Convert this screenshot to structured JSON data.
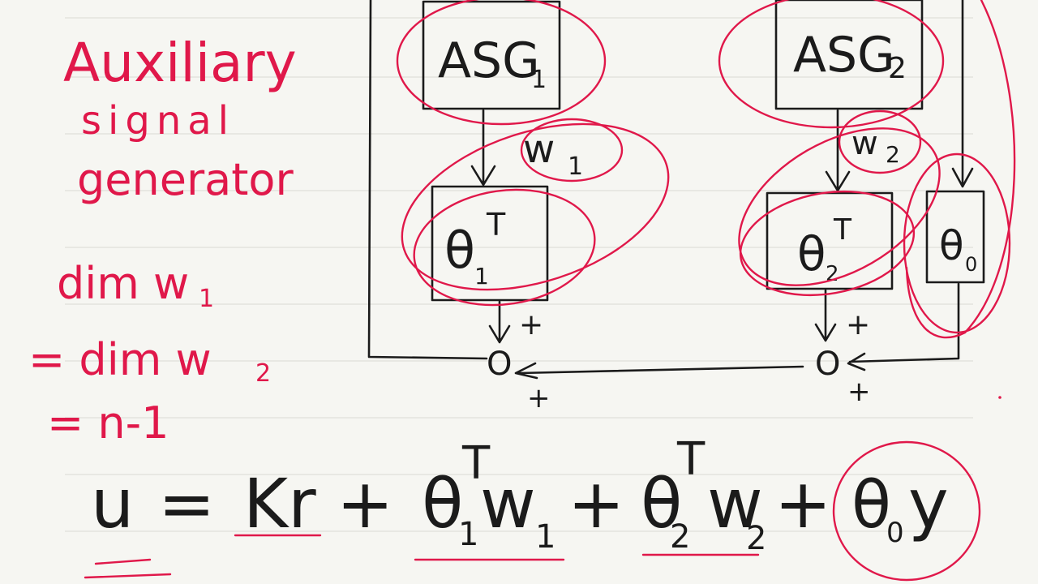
{
  "colors": {
    "paper": "#f6f6f2",
    "rule": "#d9d9d4",
    "black_ink": "#1b1b1b",
    "red_ink": "#e0184a"
  },
  "notes": {
    "line1": "Auxiliary",
    "line2": "signal",
    "line3": "generator",
    "dim_line1": "dim w",
    "dim_line1_sub": "1",
    "dim_line2": "= dim w",
    "dim_line2_sub": "2",
    "dim_line3": "= n-1"
  },
  "diagram": {
    "asg1": {
      "text": "ASG",
      "sub": "1"
    },
    "asg2": {
      "text": "ASG",
      "sub": "2"
    },
    "w1": {
      "text": "w",
      "sub": "1"
    },
    "w2": {
      "text": "w",
      "sub": "2"
    },
    "theta1": {
      "text": "θ",
      "sup": "T",
      "sub": "1"
    },
    "theta2": {
      "text": "θ",
      "sup": "T",
      "sub": "2"
    },
    "theta0": {
      "text": "θ",
      "sub": "0"
    },
    "sum1": "O",
    "sum2": "O",
    "plus": "+"
  },
  "equation": {
    "lhs": "u",
    "eq": "=",
    "kr": "Kr",
    "plus": "+",
    "theta": "θ",
    "T": "T",
    "sub1": "1",
    "sub2": "2",
    "sub0": "0",
    "w": "w",
    "y": "y"
  }
}
